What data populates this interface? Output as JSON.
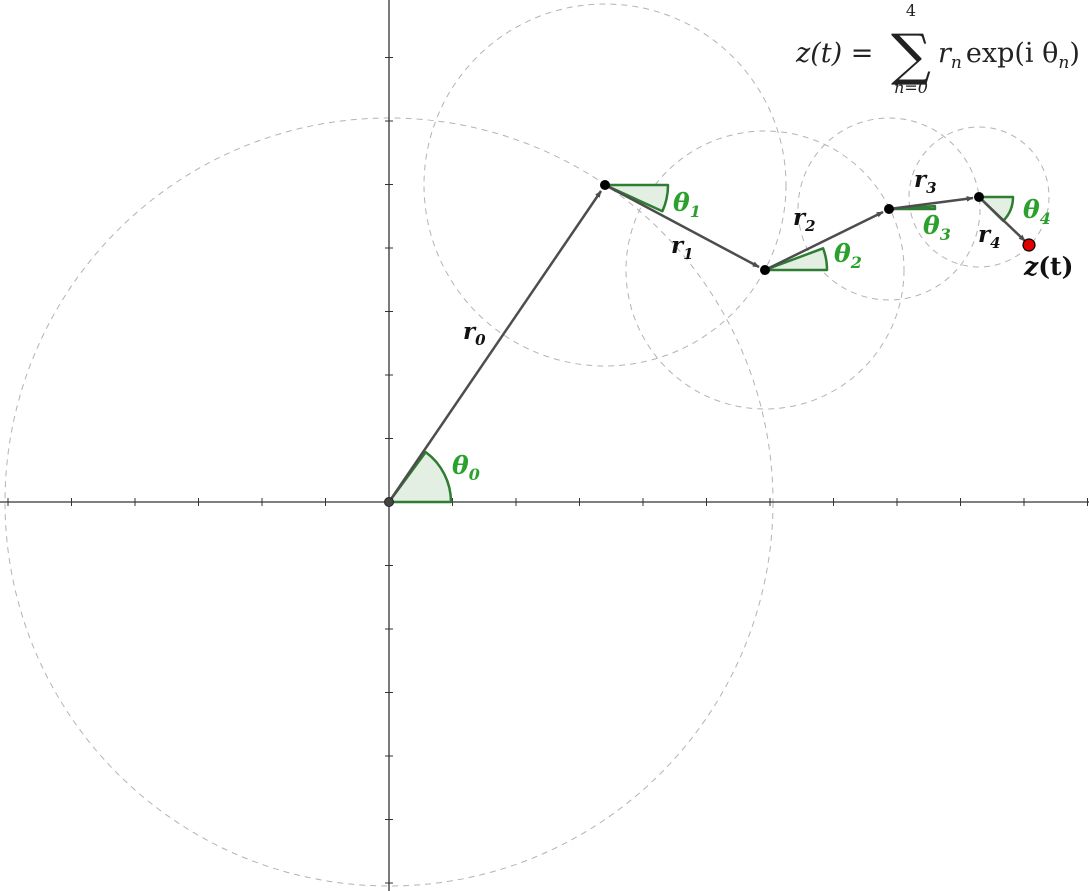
{
  "formula": {
    "lhs": "z(t) =",
    "sum_symbol": "∑",
    "upper_limit": "4",
    "lower_limit": "n=0",
    "term": "r",
    "term_sub": "n",
    "exp_open": "exp(i θ",
    "exp_sub": "n",
    "exp_close": ")"
  },
  "point_label": {
    "base": "z",
    "arg": "(t)"
  },
  "vectors": [
    {
      "id": 0,
      "r_label": "r",
      "r_sub": "0",
      "theta_label": "θ",
      "theta_sub": "0"
    },
    {
      "id": 1,
      "r_label": "r",
      "r_sub": "1",
      "theta_label": "θ",
      "theta_sub": "1"
    },
    {
      "id": 2,
      "r_label": "r",
      "r_sub": "2",
      "theta_label": "θ",
      "theta_sub": "2"
    },
    {
      "id": 3,
      "r_label": "r",
      "r_sub": "3",
      "theta_label": "θ",
      "theta_sub": "3"
    },
    {
      "id": 4,
      "r_label": "r",
      "r_sub": "4",
      "theta_label": "θ",
      "theta_sub": "4"
    }
  ],
  "colors": {
    "axis": "#333333",
    "vector": "#4d4d4d",
    "circle": "#b3b3b3",
    "angle_stroke": "#2e7d32",
    "angle_fill": "#e2efe2",
    "angle_text": "#2ca02c",
    "label_text": "#111111",
    "end_point": "#e00000"
  }
}
